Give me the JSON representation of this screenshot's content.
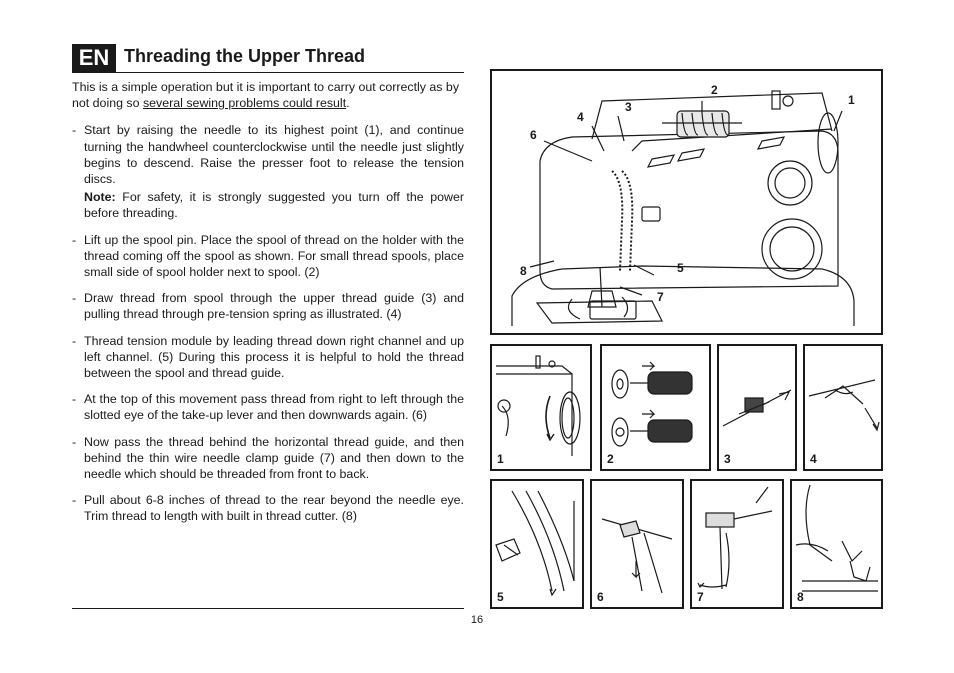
{
  "header": {
    "lang": "EN",
    "title": "Threading the Upper Thread"
  },
  "intro": {
    "text": "This is a simple operation but it is important to carry out correctly as by not doing so ",
    "link": "several sewing problems could result",
    "end": "."
  },
  "steps": [
    {
      "dash": "-",
      "text": "Start by raising the needle to its highest point (1), and continue turning the handwheel counterclockwise until the needle just slightly begins to descend. Raise the presser foot to release the tension discs."
    },
    {
      "dash": "",
      "note_label": "Note:",
      "note_text": " For safety, it is strongly suggested you turn off the power before threading."
    },
    {
      "dash": "-",
      "text": "Lift up the spool pin. Place the spool of thread on the holder with the thread coming off the spool as shown. For small thread spools, place small side of spool holder next to spool. (2)"
    },
    {
      "dash": "-",
      "text": "Draw thread from spool through the upper thread guide (3) and pulling thread through pre-tension spring as illustrated. (4)"
    },
    {
      "dash": "-",
      "text": "Thread tension module by leading thread down right channel and up left channel. (5) During this process it is helpful to hold the thread between the spool and thread guide."
    },
    {
      "dash": "-",
      "text": "At the top of this movement pass thread from right to left through the slotted eye of the take-up lever and then downwards again. (6)"
    },
    {
      "dash": "-",
      "text": "Now pass the thread behind the horizontal thread guide, and then behind the thin wire needle clamp guide (7) and then down to the needle which should be threaded from front to back."
    },
    {
      "dash": "-",
      "text": "Pull about 6-8 inches of thread to the rear beyond the needle eye. Trim thread to length with built in thread cutter. (8)"
    }
  ],
  "main_figure": {
    "callouts": [
      "1",
      "2",
      "3",
      "4",
      "5",
      "6",
      "7",
      "8"
    ]
  },
  "detail_panels": [
    "1",
    "2",
    "3",
    "4",
    "5",
    "6",
    "7",
    "8"
  ],
  "page_number": "16"
}
